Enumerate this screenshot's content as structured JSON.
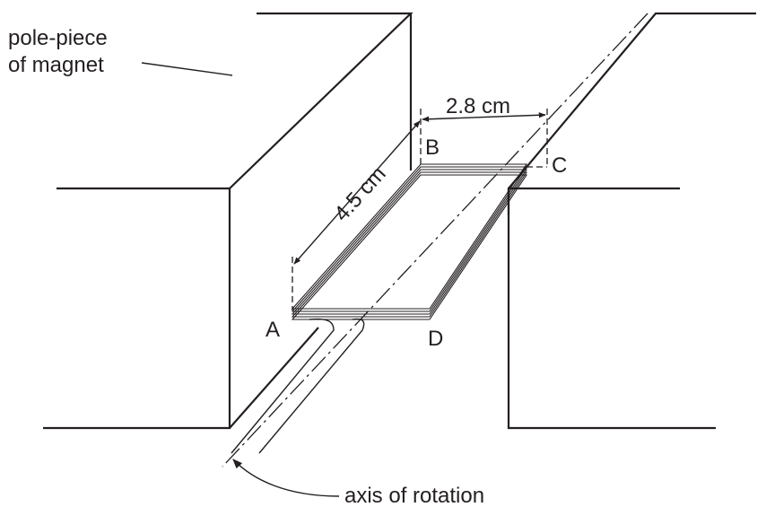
{
  "labels": {
    "pole_piece_line1": "pole-piece",
    "pole_piece_line2": "of magnet",
    "width_dimension": "2.8 cm",
    "length_dimension": "4.5 cm",
    "corner_a": "A",
    "corner_b": "B",
    "corner_c": "C",
    "corner_d": "D",
    "axis_label": "axis of rotation"
  },
  "colors": {
    "ink": "#231f20",
    "background": "#ffffff"
  }
}
